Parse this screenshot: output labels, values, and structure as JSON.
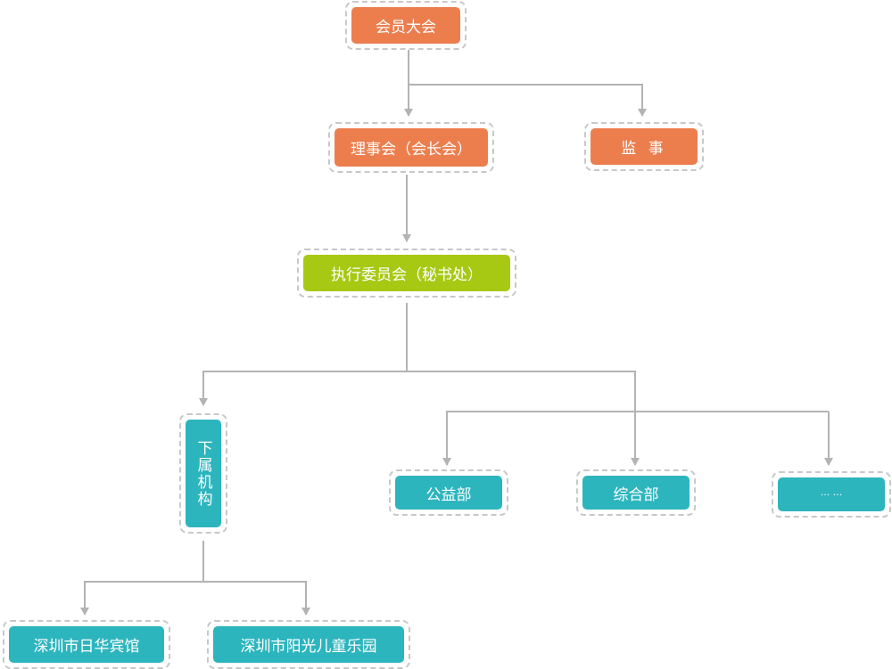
{
  "diagram": {
    "type": "org-chart",
    "colors": {
      "top_level": "#ec7e4e",
      "executive": "#a8c914",
      "departments": "#2db5be",
      "connector": "#b3b3b3",
      "dashed_border": "#c8c8c8"
    },
    "nodes": {
      "general_assembly": "会员大会",
      "council": "理事会（会长会）",
      "supervisor": "监 事",
      "executive_committee": "执行委员会（秘书处）",
      "subsidiary": "下属机构",
      "public_welfare": "公益部",
      "general_affairs": "综合部",
      "more": "··· ···",
      "rihua_hotel": "深圳市日华宾馆",
      "sunshine_kindergarten": "深圳市阳光儿童乐园"
    },
    "edges": [
      [
        "会员大会",
        "理事会（会长会）"
      ],
      [
        "会员大会",
        "监 事"
      ],
      [
        "理事会（会长会）",
        "执行委员会（秘书处）"
      ],
      [
        "执行委员会（秘书处）",
        "下属机构"
      ],
      [
        "执行委员会（秘书处）",
        "公益部"
      ],
      [
        "执行委员会（秘书处）",
        "综合部"
      ],
      [
        "执行委员会（秘书处）",
        "··· ···"
      ],
      [
        "下属机构",
        "深圳市日华宾馆"
      ],
      [
        "下属机构",
        "深圳市阳光儿童乐园"
      ]
    ]
  }
}
